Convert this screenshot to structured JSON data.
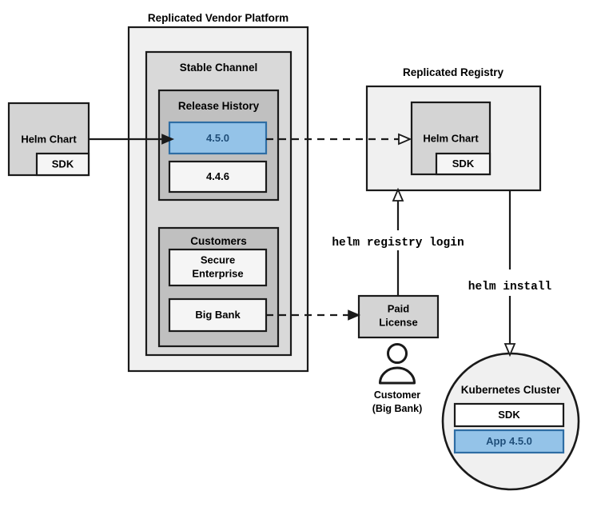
{
  "diagram": {
    "title_vendor_platform": "Replicated Vendor Platform",
    "title_registry": "Replicated Registry"
  },
  "source_chart": {
    "label": "Helm Chart",
    "sdk_label": "SDK"
  },
  "vendor_platform": {
    "label": "Replicated Vendor Platform",
    "channel": {
      "label": "Stable Channel",
      "release_history": {
        "label": "Release History",
        "releases": [
          {
            "version": "4.5.0",
            "highlighted": true
          },
          {
            "version": "4.4.6",
            "highlighted": false
          }
        ]
      },
      "customers": {
        "label": "Customers",
        "entries": [
          {
            "name": "Secure\nEnterprise",
            "line1": "Secure",
            "line2": "Enterprise"
          },
          {
            "name": "Big Bank",
            "line1": "Big Bank",
            "line2": ""
          }
        ]
      }
    }
  },
  "registry": {
    "label": "Replicated Registry",
    "chart": {
      "label": "Helm Chart",
      "sdk_label": "SDK"
    }
  },
  "license": {
    "line1": "Paid",
    "line2": "License"
  },
  "customer_actor": {
    "line1": "Customer",
    "line2": "(Big Bank)",
    "icon": "person-icon"
  },
  "cluster": {
    "label": "Kubernetes Cluster",
    "components": [
      {
        "label": "SDK",
        "highlighted": false
      },
      {
        "label": "App 4.5.0",
        "highlighted": true
      }
    ]
  },
  "commands": {
    "registry_login": "helm registry login",
    "install": "helm install"
  },
  "colors": {
    "highlight_fill": "#94c3e8",
    "highlight_border": "#2e6da4",
    "highlight_text": "#1f4e79",
    "outer_container": "#f0f0f0",
    "channel_container": "#d9d9d9",
    "group_container": "#c0c0c0",
    "plain_box": "#f5f5f5",
    "chart_box": "#d4d4d4",
    "stroke": "#1a1a1a"
  }
}
